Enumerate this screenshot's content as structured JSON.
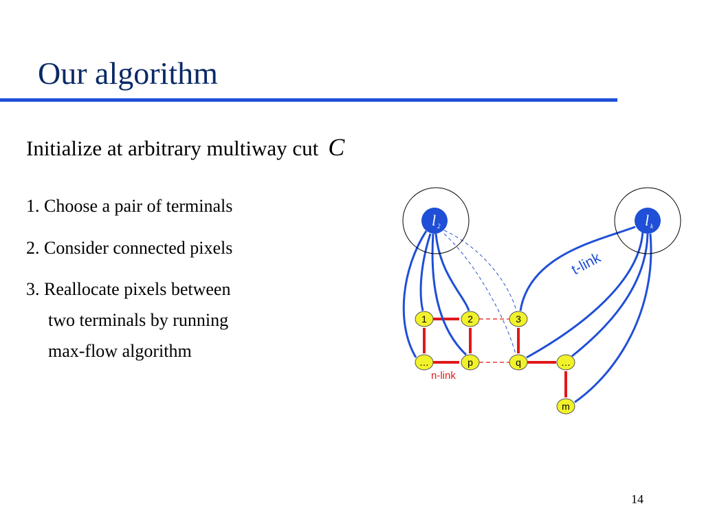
{
  "slide": {
    "title": "Our algorithm",
    "subtitle": "Initialize at arbitrary multiway cut",
    "subtitle_var": "C",
    "steps": [
      "1. Choose a pair of terminals",
      "2. Consider connected pixels",
      "3. Reallocate pixels between",
      "two terminals by running",
      "max-flow algorithm"
    ],
    "page_number": "14"
  },
  "diagram": {
    "terminals": [
      {
        "id": "l2",
        "main": "l",
        "sub": "2"
      },
      {
        "id": "lk",
        "main": "l",
        "sub": "k"
      }
    ],
    "pixels": [
      "1",
      "2",
      "3",
      "…",
      "p",
      "q",
      "…",
      "m"
    ],
    "labels": {
      "t_link": "t-link",
      "n_link": "n-link"
    },
    "colors": {
      "terminal_fill": "#1f4fd6",
      "t_link": "#1f4fd6",
      "n_link": "#e01818",
      "pixel_fill": "#f2f22a",
      "title": "#0a2a66"
    }
  }
}
